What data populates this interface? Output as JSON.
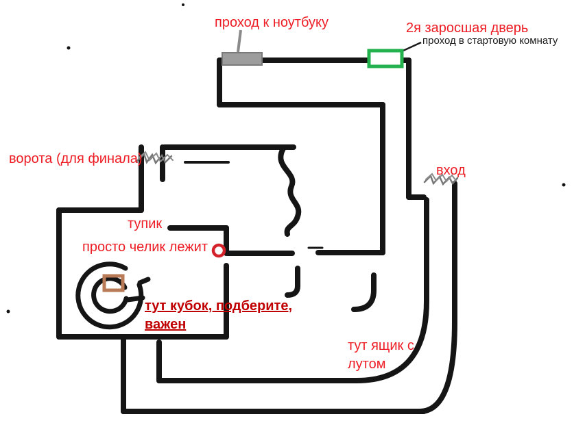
{
  "labels": {
    "laptop_passage": "проход к ноутбуку",
    "overgrown_door": "2я заросшая дверь",
    "start_room_passage": "проход в стартовую комнату",
    "final_gate": "ворота (для финала)",
    "entrance": "вход",
    "dead_end": "тупик",
    "guy_lying": "просто челик лежит",
    "cup_note_line1": "тут кубок, подберите,",
    "cup_note_line2": "важен",
    "loot_note_line1": "тут ящик с",
    "loot_note_line2": "лутом"
  },
  "colors": {
    "wall": "#151515",
    "annotation_red": "#ed1c24",
    "cup_red": "#c00000",
    "black_text": "#1a1a1a",
    "door_gray": "#9d9d9d",
    "door_gray_border": "#7a7a7a",
    "door_green": "#22b14c",
    "guy_red": "#d3222a",
    "cup_brown": "#b97a57",
    "leader_gray": "#8a8a8a",
    "scribble_gray": "#777777"
  }
}
